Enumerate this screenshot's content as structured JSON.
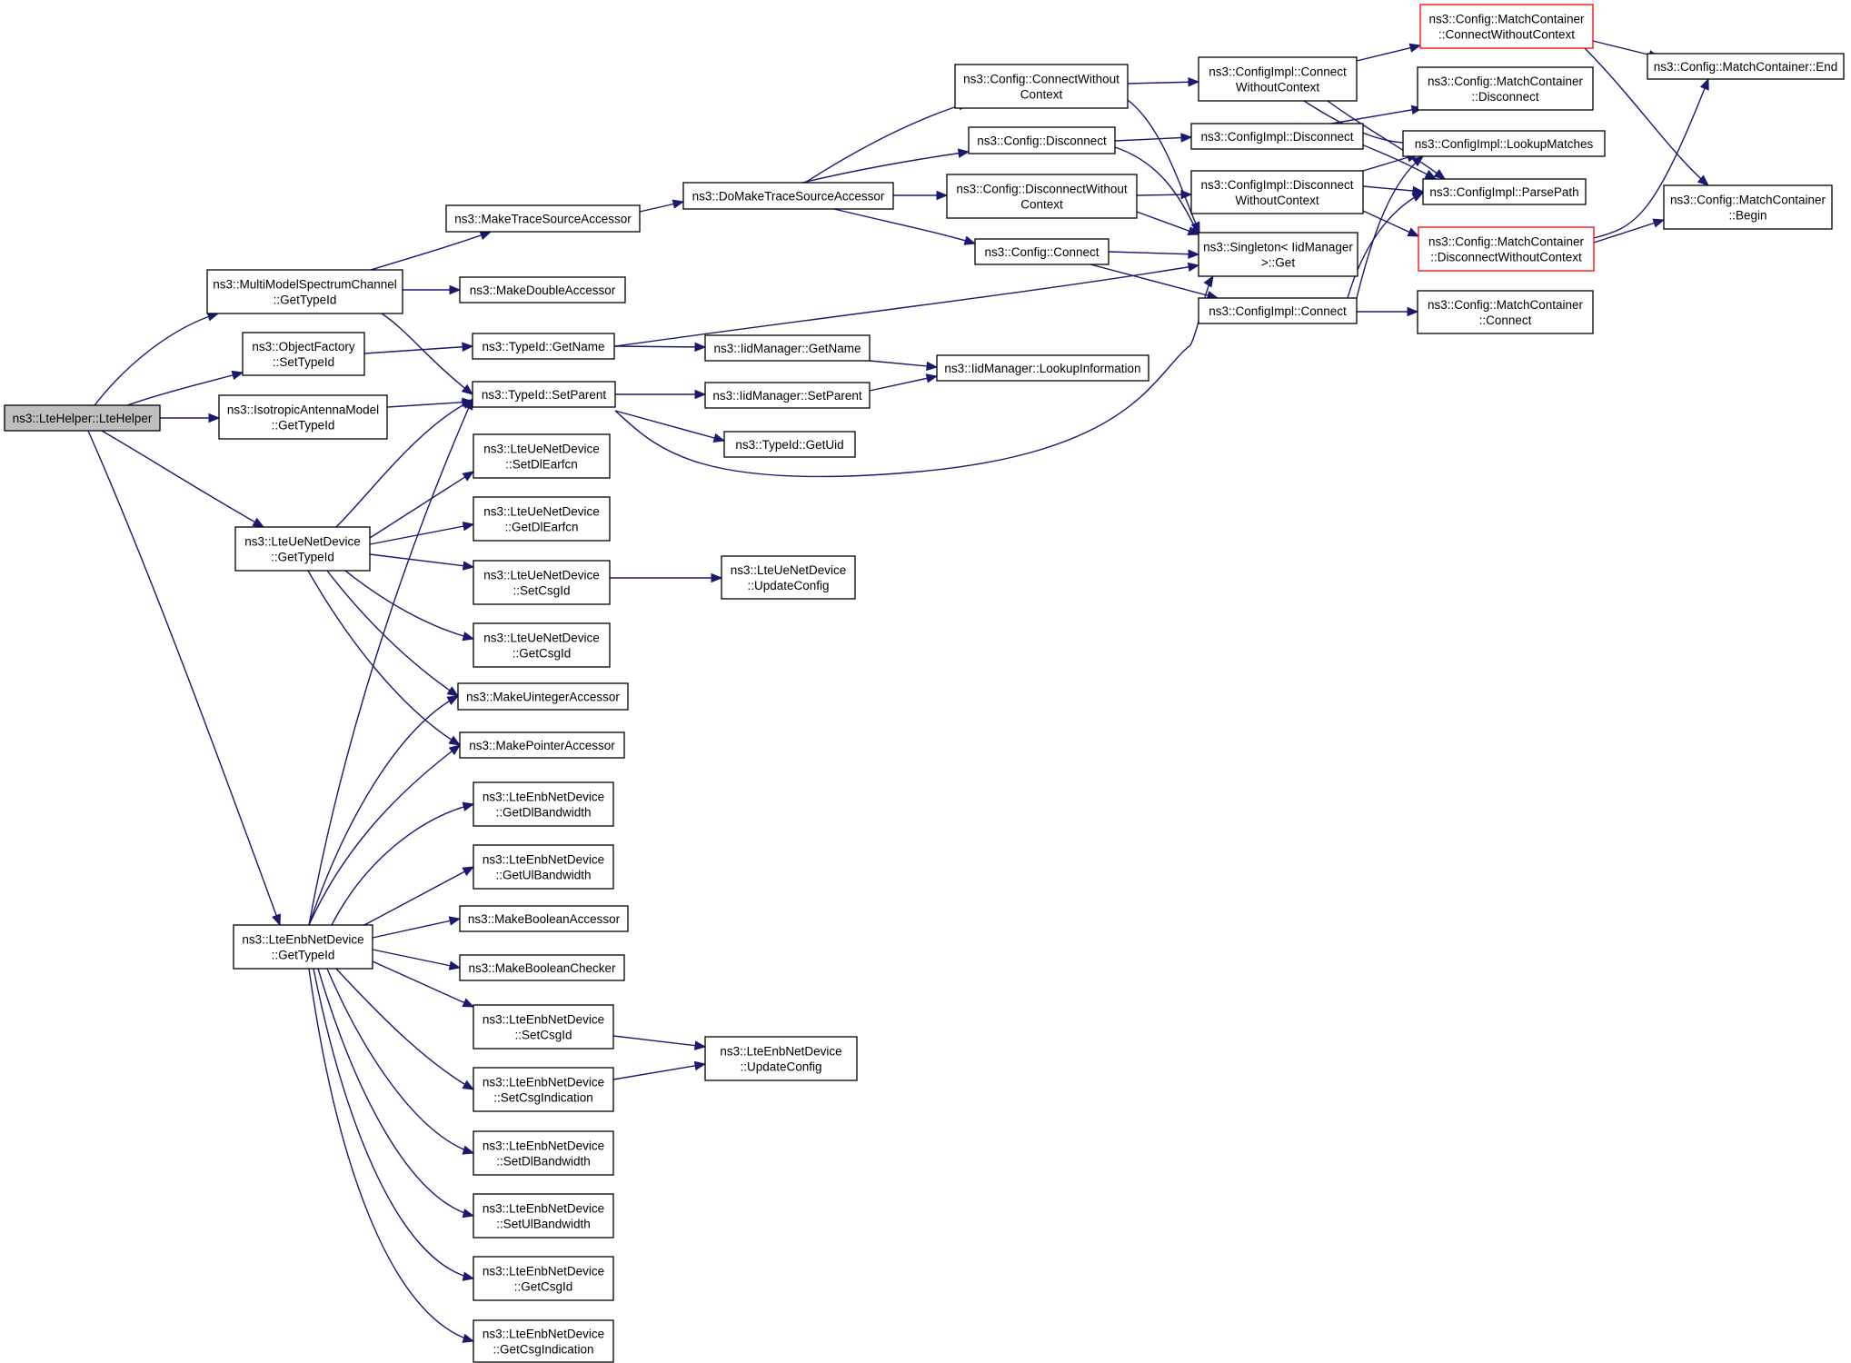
{
  "colors": {
    "edge": "#191970",
    "node_border": "#000000",
    "highlight_border": "#ff0000",
    "root_fill": "#bfbfbf",
    "node_fill": "#ffffff"
  },
  "nodes": {
    "root": [
      "ns3::LteHelper::LteHelper"
    ],
    "mmsc": [
      "ns3::MultiModelSpectrumChannel",
      "::GetTypeId"
    ],
    "of": [
      "ns3::ObjectFactory",
      "::SetTypeId"
    ],
    "iam": [
      "ns3::IsotropicAntennaModel",
      "::GetTypeId"
    ],
    "lueget": [
      "ns3::LteUeNetDevice",
      "::GetTypeId"
    ],
    "lenbget": [
      "ns3::LteEnbNetDevice",
      "::GetTypeId"
    ],
    "mtsa": [
      "ns3::MakeTraceSourceAccessor"
    ],
    "mda": [
      "ns3::MakeDoubleAccessor"
    ],
    "tgn": [
      "ns3::TypeId::GetName"
    ],
    "tsp": [
      "ns3::TypeId::SetParent"
    ],
    "ue_sdl": [
      "ns3::LteUeNetDevice",
      "::SetDlEarfcn"
    ],
    "ue_gdl": [
      "ns3::LteUeNetDevice",
      "::GetDlEarfcn"
    ],
    "ue_scsg": [
      "ns3::LteUeNetDevice",
      "::SetCsgId"
    ],
    "ue_gcsg": [
      "ns3::LteUeNetDevice",
      "::GetCsgId"
    ],
    "mua": [
      "ns3::MakeUintegerAccessor"
    ],
    "mpa": [
      "ns3::MakePointerAccessor"
    ],
    "enb_gdlb": [
      "ns3::LteEnbNetDevice",
      "::GetDlBandwidth"
    ],
    "enb_gulb": [
      "ns3::LteEnbNetDevice",
      "::GetUlBandwidth"
    ],
    "mba": [
      "ns3::MakeBooleanAccessor"
    ],
    "mbc": [
      "ns3::MakeBooleanChecker"
    ],
    "enb_scsg": [
      "ns3::LteEnbNetDevice",
      "::SetCsgId"
    ],
    "enb_scsgi": [
      "ns3::LteEnbNetDevice",
      "::SetCsgIndication"
    ],
    "enb_sdlb": [
      "ns3::LteEnbNetDevice",
      "::SetDlBandwidth"
    ],
    "enb_sulb": [
      "ns3::LteEnbNetDevice",
      "::SetUlBandwidth"
    ],
    "enb_gcsg": [
      "ns3::LteEnbNetDevice",
      "::GetCsgId"
    ],
    "enb_gcsgi": [
      "ns3::LteEnbNetDevice",
      "::GetCsgIndication"
    ],
    "dmtsa": [
      "ns3::DoMakeTraceSourceAccessor"
    ],
    "iidgn": [
      "ns3::IidManager::GetName"
    ],
    "iidsp": [
      "ns3::IidManager::SetParent"
    ],
    "tgu": [
      "ns3::TypeId::GetUid"
    ],
    "ue_uc": [
      "ns3::LteUeNetDevice",
      "::UpdateConfig"
    ],
    "enb_uc": [
      "ns3::LteEnbNetDevice",
      "::UpdateConfig"
    ],
    "ccwc": [
      "ns3::Config::ConnectWithout",
      "Context"
    ],
    "cd": [
      "ns3::Config::Disconnect"
    ],
    "cdwc": [
      "ns3::Config::DisconnectWithout",
      "Context"
    ],
    "cc": [
      "ns3::Config::Connect"
    ],
    "iidli": [
      "ns3::IidManager::LookupInformation"
    ],
    "ciccwc": [
      "ns3::ConfigImpl::Connect",
      "WithoutContext"
    ],
    "cid": [
      "ns3::ConfigImpl::Disconnect"
    ],
    "cidwc": [
      "ns3::ConfigImpl::Disconnect",
      "WithoutContext"
    ],
    "sing": [
      "ns3::Singleton< IidManager",
      ">::Get"
    ],
    "cic": [
      "ns3::ConfigImpl::Connect"
    ],
    "mcccwc": [
      "ns3::Config::MatchContainer",
      "::ConnectWithoutContext"
    ],
    "mcd": [
      "ns3::Config::MatchContainer",
      "::Disconnect"
    ],
    "cilm": [
      "ns3::ConfigImpl::LookupMatches"
    ],
    "cipp": [
      "ns3::ConfigImpl::ParsePath"
    ],
    "mcdwc": [
      "ns3::Config::MatchContainer",
      "::DisconnectWithoutContext"
    ],
    "mcc": [
      "ns3::Config::MatchContainer",
      "::Connect"
    ],
    "mce": [
      "ns3::Config::MatchContainer::End"
    ],
    "mcb": [
      "ns3::Config::MatchContainer",
      "::Begin"
    ]
  }
}
